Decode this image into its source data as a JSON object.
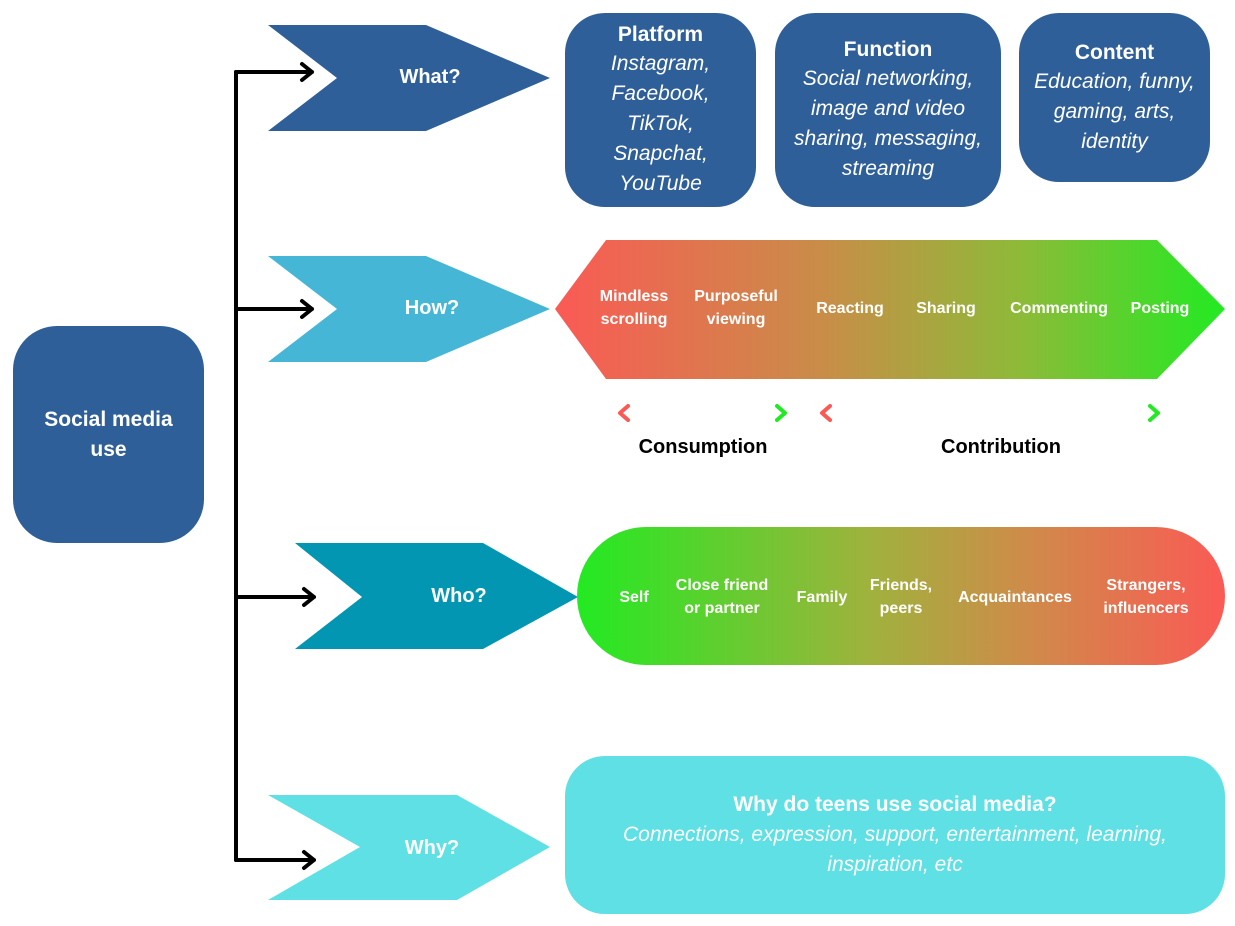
{
  "root": {
    "label": "Social media use",
    "color": "#2f5f98"
  },
  "branches": [
    {
      "label": "What?",
      "color": "#2f5f98"
    },
    {
      "label": "How?",
      "color": "#45b6d6"
    },
    {
      "label": "Who?",
      "color": "#0296b3"
    },
    {
      "label": "Why?",
      "color": "#5fe0e5"
    }
  ],
  "what": {
    "cards": [
      {
        "title": "Platform",
        "body": "Instagram, Facebook, TikTok, Snapchat, YouTube"
      },
      {
        "title": "Function",
        "body": "Social networking, image and video sharing, messaging, streaming"
      },
      {
        "title": "Content",
        "body": "Education, funny, gaming, arts, identity"
      }
    ]
  },
  "how": {
    "items": [
      "Mindless scrolling",
      "Purposeful viewing",
      "Reacting",
      "Sharing",
      "Commenting",
      "Posting"
    ],
    "gradient": {
      "start": "#fa5a55",
      "end": "#22ea22"
    },
    "ranges": [
      {
        "label": "Consumption"
      },
      {
        "label": "Contribution"
      }
    ]
  },
  "who": {
    "items": [
      "Self",
      "Close friend or partner",
      "Family",
      "Friends, peers",
      "Acquaintances",
      "Strangers, influencers"
    ],
    "gradient": {
      "start": "#22ea22",
      "end": "#fa5a55"
    }
  },
  "why": {
    "title": "Why do teens use social media?",
    "body": "Connections, expression, support, entertainment, learning, inspiration, etc"
  }
}
